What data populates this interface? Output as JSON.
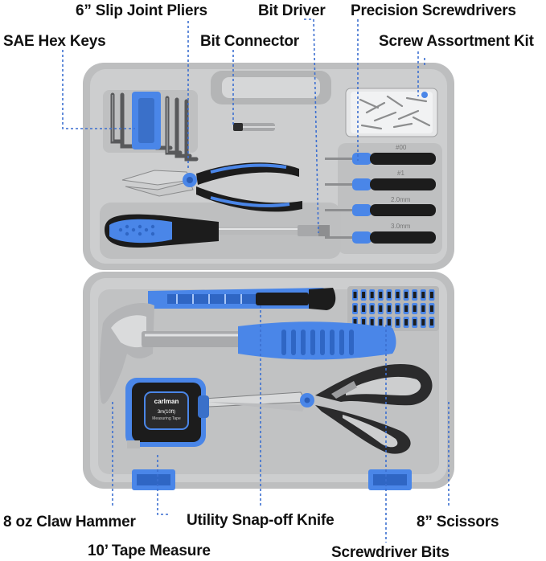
{
  "labels": {
    "pliers": "6” Slip Joint Pliers",
    "bit_driver": "Bit Driver",
    "precision": "Precision Screwdrivers",
    "hex_keys": "SAE Hex Keys",
    "bit_connector": "Bit Connector",
    "screw_kit": "Screw Assortment Kit",
    "hammer": "8 oz Claw Hammer",
    "knife": "Utility Snap-off Knife",
    "scissors": "8” Scissors",
    "tape": "10’ Tape Measure",
    "bits": "Screwdriver Bits"
  },
  "tape_brand": "carlman",
  "tape_size": "3m(10ft)",
  "tape_sub": "Measuring Tape",
  "screwdriver_sizes": [
    "#00",
    "#1",
    "2.0mm",
    "3.0mm"
  ],
  "colors": {
    "case": "#c9cacb",
    "case_dark": "#a9aaab",
    "accent_blue": "#4a86e8",
    "handle_black": "#1c1c1c"
  }
}
